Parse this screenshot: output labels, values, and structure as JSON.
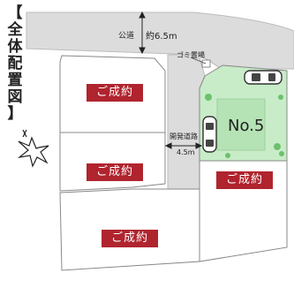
{
  "title": {
    "chars": [
      "【",
      "全",
      "体",
      "配",
      "置",
      "図",
      "】"
    ]
  },
  "road": {
    "label_name": "公道",
    "label_width": "約6.5m"
  },
  "garbage": {
    "label": "ゴミ置場"
  },
  "dev_road": {
    "label_name": "開発道路",
    "label_width": "4.5m"
  },
  "featured_lot": {
    "label": "No.5",
    "color": "#c8ecc8"
  },
  "lots": [
    {
      "status": "ご成約"
    },
    {
      "status": "ご成約"
    },
    {
      "status": "ご成約"
    },
    {
      "status": "ご成約"
    }
  ],
  "colors": {
    "road": "#dcdcdc",
    "sold_badge": "#b0242e",
    "lot_outline": "#888888"
  },
  "icons": [
    "compass-icon",
    "car-icon",
    "tree-icon"
  ]
}
